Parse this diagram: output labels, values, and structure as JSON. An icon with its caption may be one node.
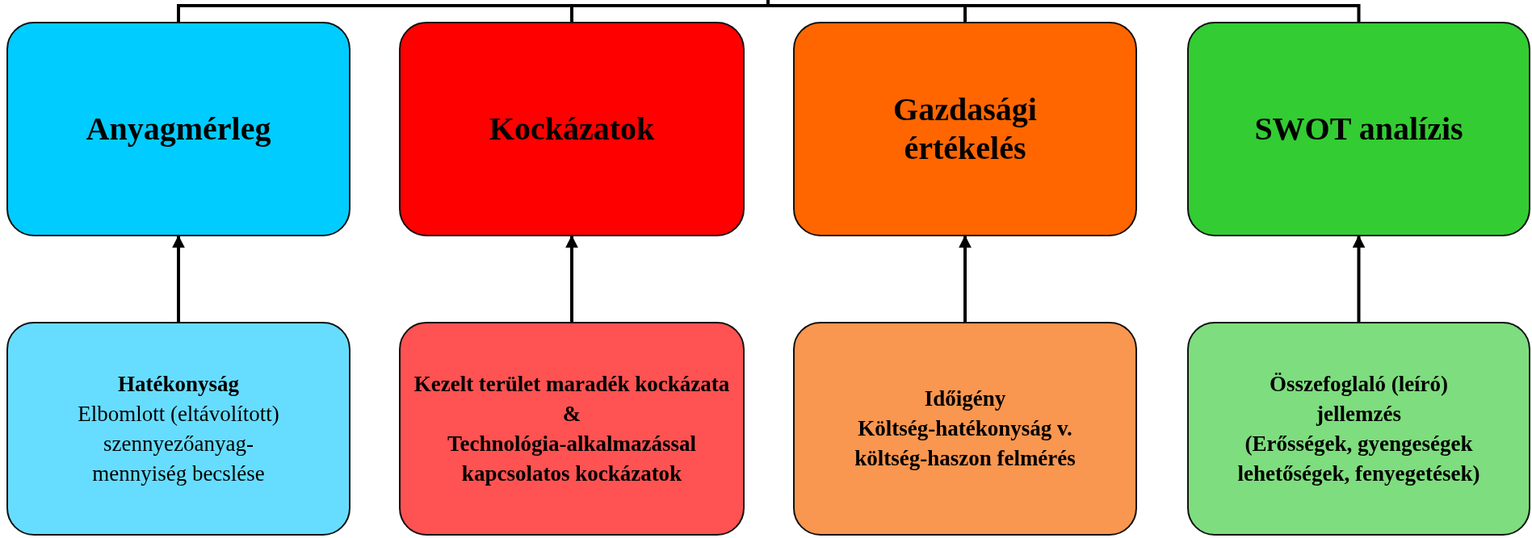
{
  "diagram": {
    "nodes": [
      {
        "text": [
          "Anyagmérleg"
        ]
      },
      {
        "text": [
          "Kockázatok"
        ]
      },
      {
        "text": [
          "Gazdasági értékelés"
        ]
      },
      {
        "text": [
          "SWOT analízis"
        ]
      },
      {
        "text": [
          "Hatékonyság",
          "Elbomlott (eltávolított) szennyezőanyag-mennyiség becslése"
        ]
      },
      {
        "text": [
          "Kezelt terület maradék kockázata",
          "&",
          "Technológia-alkalmazással kapcsolatos kockázatok"
        ]
      },
      {
        "text": [
          "Időigény",
          "Költség-hatékonyság v. költség-haszon felmérés"
        ]
      },
      {
        "text": [
          "Összefoglaló (leíró) jellemzés",
          "(Erősségek, gyengeségek lehetőségek, fenyegetések)"
        ]
      }
    ],
    "edges": [
      {
        "from": 0,
        "to": null,
        "arrow": "none"
      },
      {
        "from": 1,
        "to": null,
        "arrow": "none"
      },
      {
        "from": 2,
        "to": null,
        "arrow": "none"
      },
      {
        "from": 3,
        "to": null,
        "arrow": "none"
      },
      {
        "from": 4,
        "to": 0,
        "arrow": "to"
      },
      {
        "from": 5,
        "to": 1,
        "arrow": "to"
      },
      {
        "from": 6,
        "to": 2,
        "arrow": "to"
      },
      {
        "from": 7,
        "to": 3,
        "arrow": "to"
      }
    ]
  }
}
